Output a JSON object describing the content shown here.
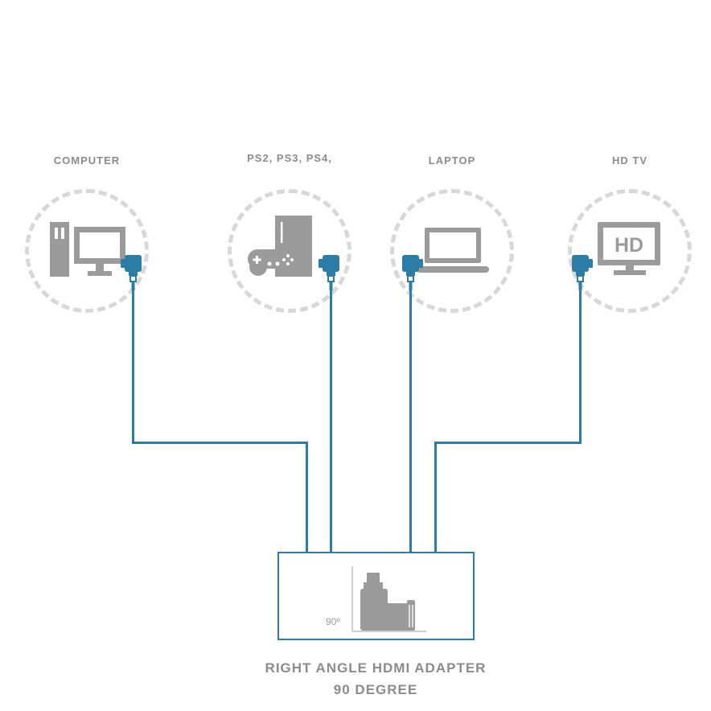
{
  "diagram": {
    "devices": [
      {
        "label": "COMPUTER"
      },
      {
        "label": "PS2, PS3, PS4,"
      },
      {
        "label": "LAPTOP"
      },
      {
        "label": "HD TV",
        "screen_text": "HD"
      }
    ],
    "adapter": {
      "angle_label": "90º",
      "title_line1": "RIGHT ANGLE HDMI ADAPTER",
      "title_line2": "90 DEGREE"
    },
    "colors": {
      "cable_blue": "#2b7ca6",
      "icon_gray": "#9b9b9b",
      "dash_gray": "#d8d8d8",
      "text_gray": "#8c8c8c",
      "angle_line_gray": "#cfcfcf"
    }
  }
}
